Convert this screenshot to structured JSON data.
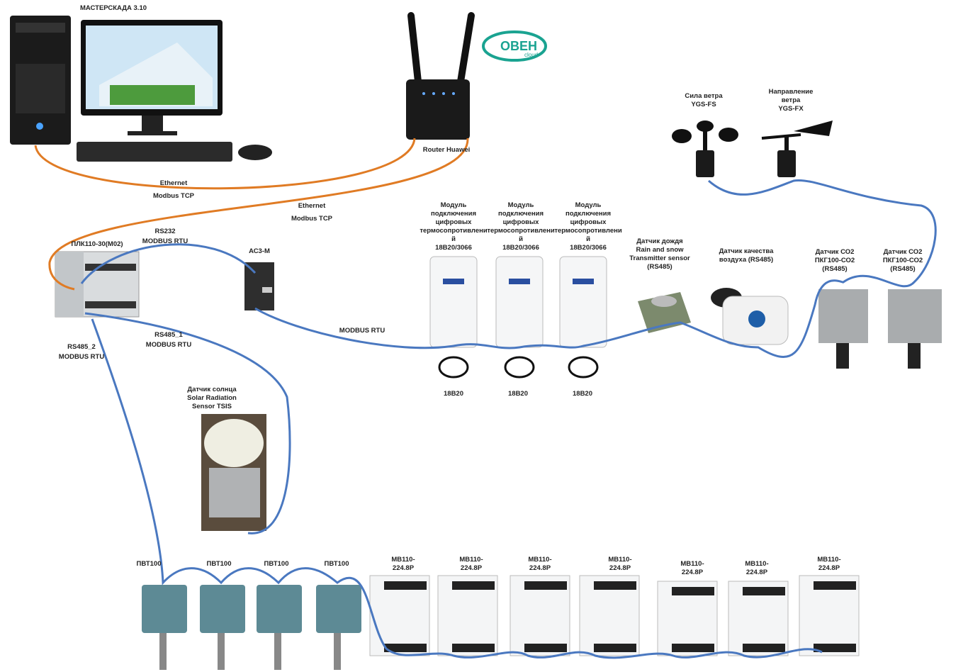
{
  "scada": {
    "title": "МАСТЕРСКАДА 3.10"
  },
  "router": {
    "label": "Router Huawei"
  },
  "cloud_logo": {
    "text": "ОВЕН cloud"
  },
  "wind": {
    "speed": "Сила ветра\nYGS-FS",
    "direction": "Направление\nветра\nYGS-FX"
  },
  "links": {
    "eth1": "Ethernet\nModbus TCP",
    "eth2": "Ethernet\nModbus TCP",
    "rs232": "RS232\nMODBUS RTU",
    "modbus_rtu": "MODBUS RTU",
    "rs485_1": "RS485_1\nMODBUS RTU",
    "rs485_2": "RS485_2\nMODBUS RTU"
  },
  "plc": {
    "label": "ПЛК110-30(М02)"
  },
  "ac3": {
    "label": "АС3-М"
  },
  "modules": [
    {
      "label": "Модуль\nподключения\nцифровых\nтермосопротивлени\nй\n18B20/3066",
      "probe": "18B20"
    },
    {
      "label": "Модуль\nподключения\nцифровых\nтермосопротивлени\nй\n18B20/3066",
      "probe": "18B20"
    },
    {
      "label": "Модуль\nподключения\nцифровых\nтермосопротивлени\nй\n18B20/3066",
      "probe": "18B20"
    }
  ],
  "rain": {
    "label": "Датчик дождя\nRain and snow\nTransmitter sensor\n(RS485)"
  },
  "air": {
    "label": "Датчик качества\nвоздуха (RS485)"
  },
  "co2": [
    {
      "label": "Датчик СО2\nПКГ100-СО2\n(RS485)"
    },
    {
      "label": "Датчик СО2\nПКГ100-СО2\n(RS485)"
    }
  ],
  "solar": {
    "label": "Датчик солнца\nSolar Radiation\nSensor TSIS"
  },
  "pvt": [
    "ПВТ100",
    "ПВТ100",
    "ПВТ100",
    "ПВТ100"
  ],
  "mv": [
    "МВ110-\n224.8Р",
    "МВ110-\n224.8Р",
    "МВ110-\n224.8Р",
    "МВ110-\n224.8Р",
    "МВ110-\n224.8Р",
    "МВ110-\n224.8Р",
    "МВ110-\n224.8Р"
  ],
  "colors": {
    "ethernet": "#e07b24",
    "rs485": "#4a78c0",
    "owen": "#1aa391"
  }
}
